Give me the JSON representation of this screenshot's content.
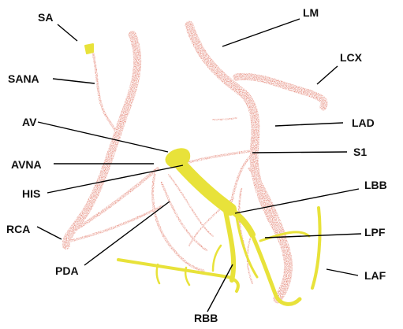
{
  "labels": {
    "sa": "SA",
    "sana": "SANA",
    "av": "AV",
    "avna": "AVNA",
    "his": "HIS",
    "rca": "RCA",
    "pda": "PDA",
    "rbb": "RBB",
    "lm": "LM",
    "lcx": "LCX",
    "lad": "LAD",
    "s1": "S1",
    "lbb": "LBB",
    "lpf": "LPF",
    "laf": "LAF"
  },
  "colors": {
    "coronary_vessels": "#d9543f",
    "conduction_system": "#e8e23a",
    "leader_lines": "#000000",
    "background": "#ffffff"
  }
}
